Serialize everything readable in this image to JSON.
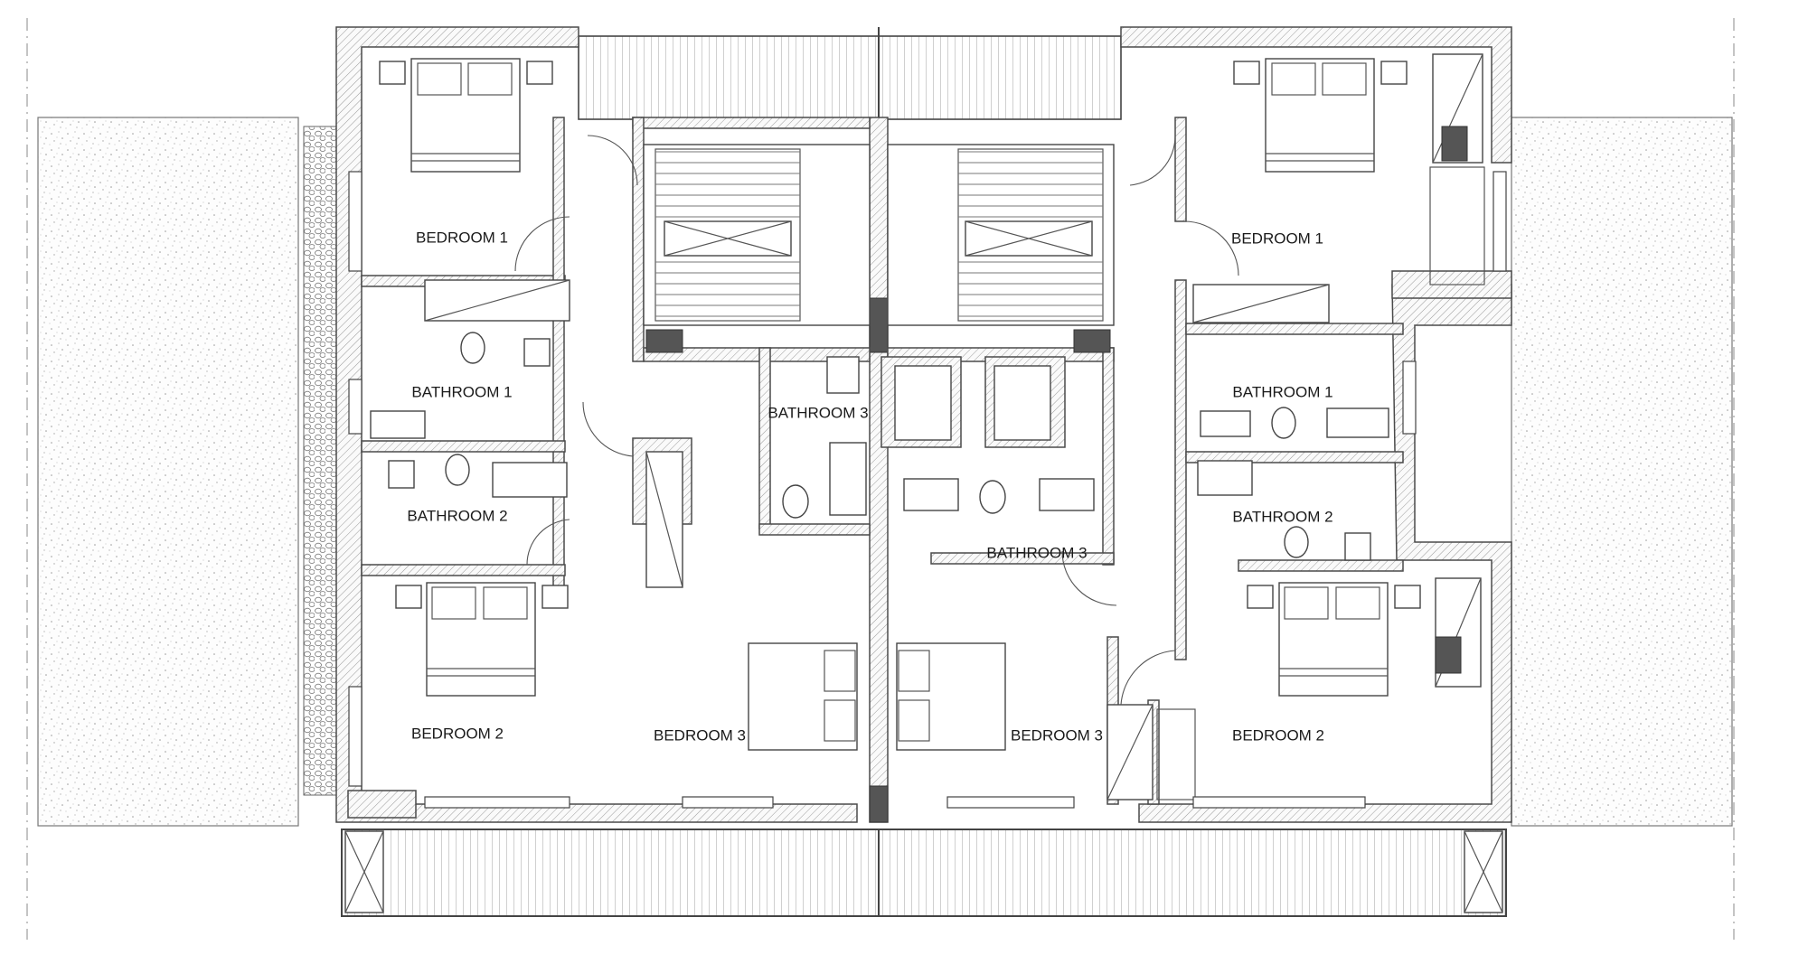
{
  "colors": {
    "line": "#4a4a4a",
    "background": "#ffffff",
    "gravel": "#f4f4f4"
  },
  "rooms": {
    "left": {
      "bedroom1": "BEDROOM 1",
      "bathroom1": "BATHROOM 1",
      "bathroom2": "BATHROOM 2",
      "bedroom2": "BEDROOM 2",
      "bedroom3": "BEDROOM 3",
      "bathroom3": "BATHROOM 3"
    },
    "right": {
      "bedroom1": "BEDROOM 1",
      "bathroom1": "BATHROOM 1",
      "bathroom2": "BATHROOM 2",
      "bedroom2": "BEDROOM 2",
      "bedroom3": "BEDROOM 3",
      "bathroom3": "BATHROOM 3"
    }
  }
}
